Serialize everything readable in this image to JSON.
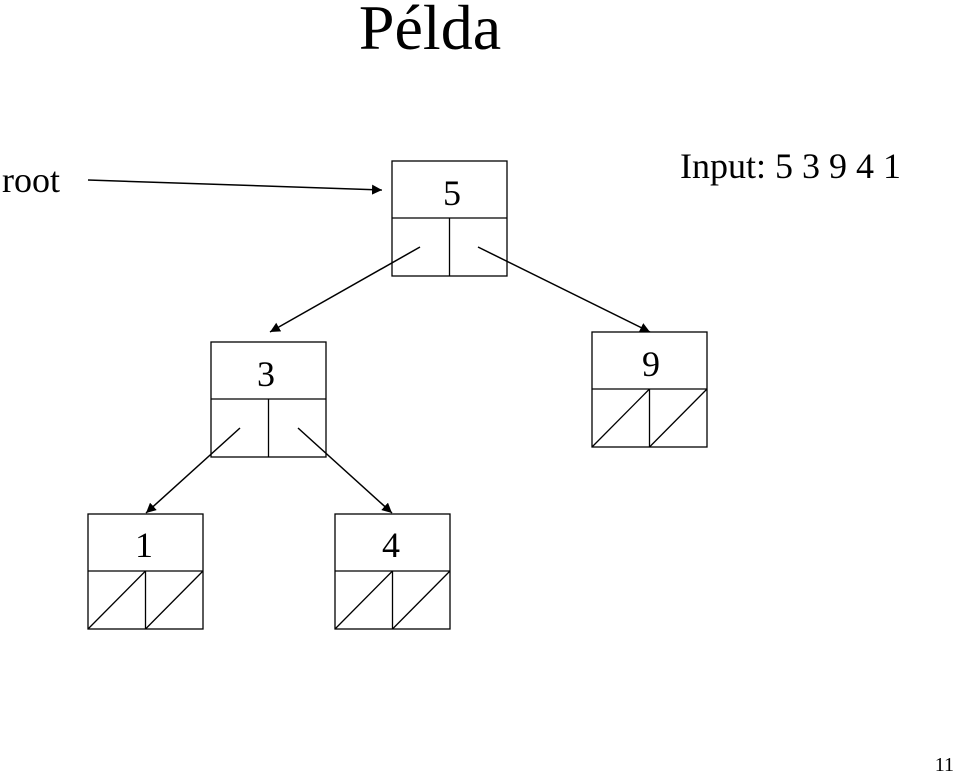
{
  "title": "Példa",
  "root_label": "root",
  "input_label": "Input: 5 3 9 4 1",
  "page_number": "11",
  "nodes": {
    "n5": {
      "value": "5"
    },
    "n3": {
      "value": "3"
    },
    "n9": {
      "value": "9"
    },
    "n1": {
      "value": "1"
    },
    "n4": {
      "value": "4"
    }
  }
}
